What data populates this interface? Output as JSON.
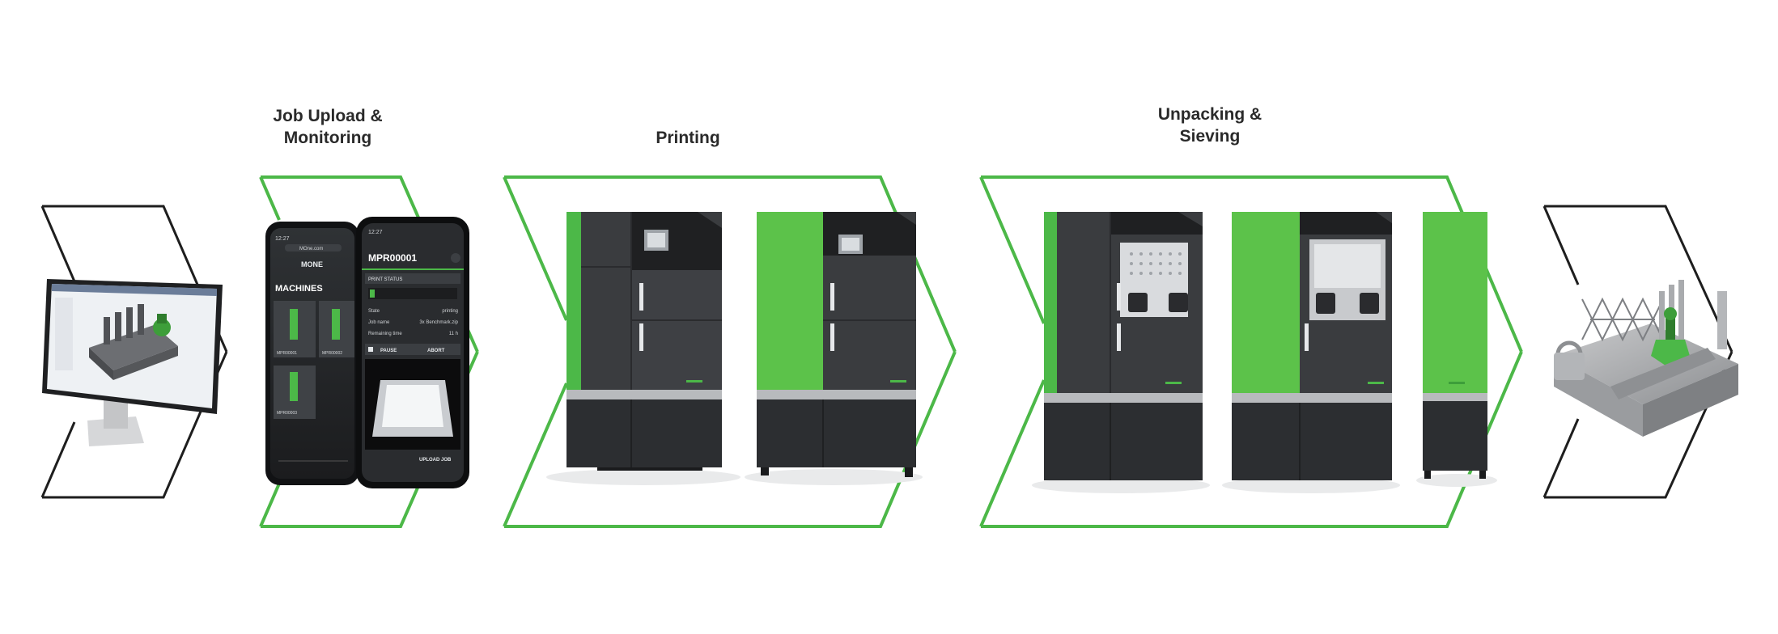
{
  "stages": [
    {
      "id": "design",
      "label_lines": []
    },
    {
      "id": "upload",
      "label_lines": [
        "Job Upload &",
        "Monitoring"
      ]
    },
    {
      "id": "printing",
      "label_lines": [
        "Printing"
      ]
    },
    {
      "id": "unpacking",
      "label_lines": [
        "Unpacking &",
        "Sieving"
      ]
    },
    {
      "id": "part",
      "label_lines": []
    }
  ],
  "colors": {
    "accent_green": "#4cb848",
    "outline_dark": "#1e1e1e",
    "machine_body": "#3a3c3f",
    "machine_dark": "#2c2e31",
    "panel_green": "#5cc24a"
  },
  "phone_back": {
    "status_time": "12:27",
    "url": "MOne.com",
    "brand": "MONE",
    "section_title": "MACHINES",
    "machines": [
      "MPR00001",
      "MPR00002",
      "MPR00003"
    ]
  },
  "phone_front": {
    "status_time": "12:27",
    "title": "MPR00001",
    "print_status_label": "PRINT STATUS",
    "rows": [
      {
        "label": "State",
        "value": "printing"
      },
      {
        "label": "Job name",
        "value": "3x Benchmark.zip"
      },
      {
        "label": "Remaining time",
        "value": "11 h"
      }
    ],
    "pause_label": "PAUSE",
    "abort_label": "ABORT",
    "upload_label": "UPLOAD JOB"
  },
  "icons": [
    "monitor-icon",
    "phone-icon",
    "printer-icon",
    "fuse-station-icon",
    "metal-part-icon"
  ]
}
